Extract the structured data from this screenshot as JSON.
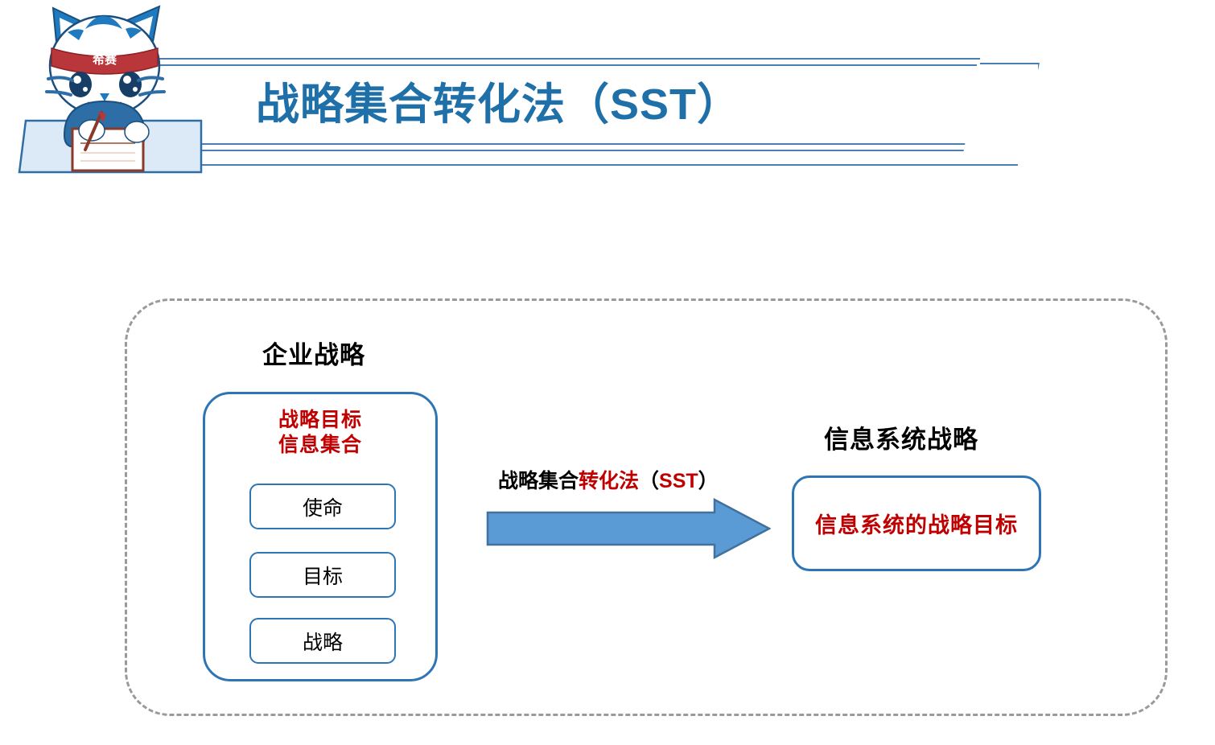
{
  "slide": {
    "title": "战略集合转化法（SST）",
    "title_color": "#1f6fa8"
  },
  "mascot": {
    "name": "cat-mascot-icon",
    "headband_text": "希赛",
    "body_color": "#2e6ea6",
    "accent_color": "#1f7ac0",
    "headband_color": "#b9363a",
    "desk_color": "#dceaf7"
  },
  "diagram": {
    "frame": {
      "style": "dashed-rounded-rectangle",
      "border_color": "#9a9a9a"
    },
    "enterprise": {
      "heading": "企业战略",
      "card_border_color": "#2e75b6",
      "goal_label_line1": "战略目标",
      "goal_label_line2": "信息集合",
      "goal_label_color": "#c00000",
      "sub_boxes": [
        {
          "label": "使命"
        },
        {
          "label": "目标"
        },
        {
          "label": "战略"
        }
      ]
    },
    "transform": {
      "label_part_1": "战略集合",
      "label_part_2": "转化法",
      "label_part_3": "（",
      "label_part_4": "SST",
      "label_part_5": "）",
      "arrow_color": "#5b9bd5",
      "arrow_border_color": "#41719c",
      "arrow_direction": "right"
    },
    "information_system": {
      "heading": "信息系统战略",
      "card_label": "信息系统的战略目标",
      "card_label_color": "#c00000",
      "card_border_color": "#2e75b6"
    }
  }
}
